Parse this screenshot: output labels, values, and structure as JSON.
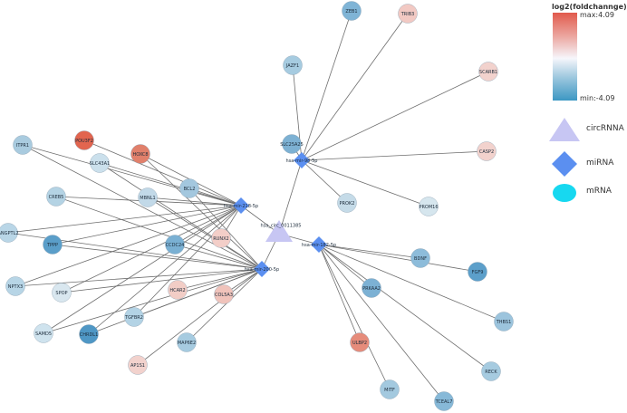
{
  "legend": {
    "title": "log2(foldchannge)",
    "max_label": "max:4.09",
    "min_label": "min:-4.09",
    "colors": {
      "high": "#e15a4c",
      "mid": "#f6f6fb",
      "low": "#3c97c3"
    },
    "shape_items": [
      {
        "label": "circRNNA",
        "shape": "triangle",
        "color": "#c7c6f3"
      },
      {
        "label": "miRNA",
        "shape": "diamond",
        "color": "#5b8ff0"
      },
      {
        "label": "mRNA",
        "shape": "ellipse",
        "color": "#17d8f0"
      }
    ]
  },
  "circrna": {
    "label": "hsa_circ_0011385"
  },
  "mirnas": [
    {
      "id": "m1",
      "label": "hsa-mir-98-5p"
    },
    {
      "id": "m2",
      "label": "hsa-mir-218-5p"
    },
    {
      "id": "m3",
      "label": "hsa-mir-200-5p"
    },
    {
      "id": "m4",
      "label": "hsa-mir-182-5p"
    }
  ],
  "mrnas": [
    {
      "label": "ZEB1",
      "color": "#7fb4d6"
    },
    {
      "label": "TRIB3",
      "color": "#f2c9c3"
    },
    {
      "label": "JAZF1",
      "color": "#a6cbe0"
    },
    {
      "label": "SCARB1",
      "color": "#f2d2cd"
    },
    {
      "label": "SLC25A25",
      "color": "#7db1d3"
    },
    {
      "label": "CASP2",
      "color": "#f2d2cd"
    },
    {
      "label": "PROK2",
      "color": "#c5dbe8"
    },
    {
      "label": "PROM16",
      "color": "#d6e6ee"
    },
    {
      "label": "POU3F2",
      "color": "#e2654f"
    },
    {
      "label": "HOXC8",
      "color": "#e1806b"
    },
    {
      "label": "ITPR1",
      "color": "#a9cbdf"
    },
    {
      "label": "SLC43A1",
      "color": "#cbe0ec"
    },
    {
      "label": "MBNL1",
      "color": "#c2d9e8"
    },
    {
      "label": "BCL2",
      "color": "#a3c7de"
    },
    {
      "label": "CREB5",
      "color": "#b4d3e4"
    },
    {
      "label": "ANGPTL2",
      "color": "#b9d6e7"
    },
    {
      "label": "TPPP",
      "color": "#5a9ec9"
    },
    {
      "label": "CCDC24",
      "color": "#7ab0d3"
    },
    {
      "label": "RUNX2",
      "color": "#f3cec8"
    },
    {
      "label": "NPTX3",
      "color": "#b7d5e6"
    },
    {
      "label": "SPOP",
      "color": "#d9e7ef"
    },
    {
      "label": "HCAR2",
      "color": "#f2cdc6"
    },
    {
      "label": "COL5A3",
      "color": "#f0c3bb"
    },
    {
      "label": "SAMD5",
      "color": "#cfe3ee"
    },
    {
      "label": "CHRDL1",
      "color": "#4f97c5"
    },
    {
      "label": "TGFBR2",
      "color": "#b3d3e5"
    },
    {
      "label": "MAP6E2",
      "color": "#a6cbe0"
    },
    {
      "label": "AP1S1",
      "color": "#f2d2cd"
    },
    {
      "label": "BDNF",
      "color": "#8dbcda"
    },
    {
      "label": "FGF9",
      "color": "#5c9fca"
    },
    {
      "label": "PRKAA2",
      "color": "#7cb1d4"
    },
    {
      "label": "THBS1",
      "color": "#9cc4dd"
    },
    {
      "label": "ULBP2",
      "color": "#e68c7b"
    },
    {
      "label": "RECK",
      "color": "#a6cbe0"
    },
    {
      "label": "MITF",
      "color": "#a3c9df"
    },
    {
      "label": "TCEAL7",
      "color": "#87b9d8"
    }
  ]
}
